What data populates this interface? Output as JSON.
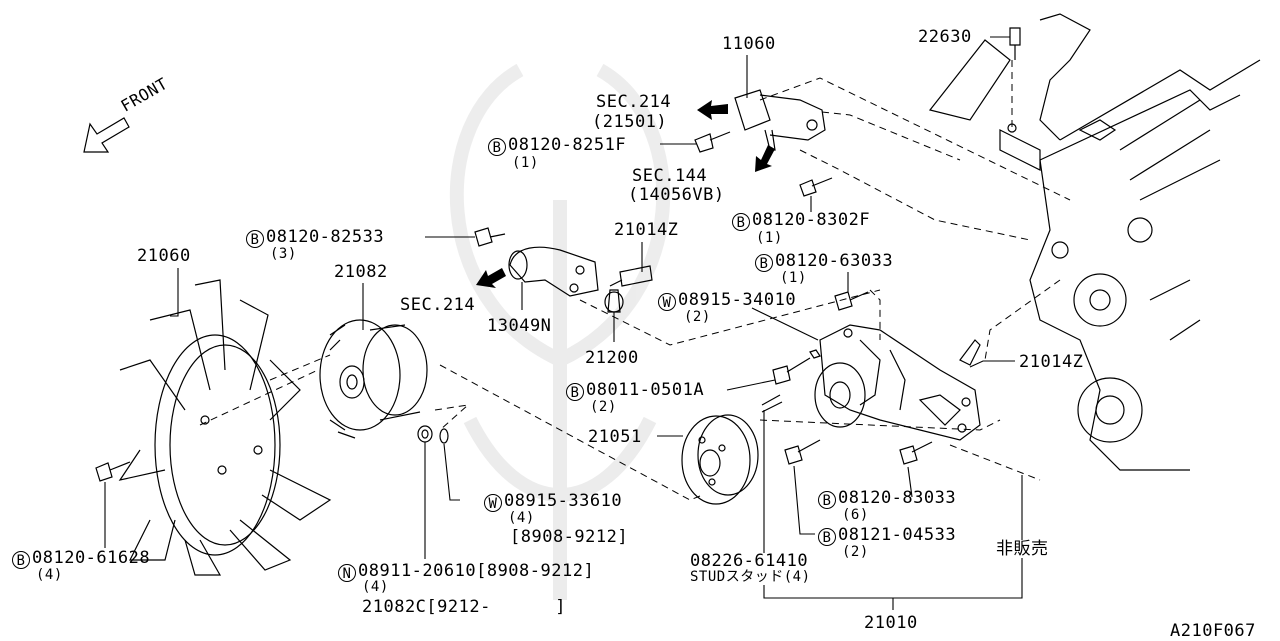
{
  "front_label": "FRONT",
  "drawing_code": "A210F067",
  "callouts": {
    "p11060": "11060",
    "p22630": "22630",
    "sec214_top": "SEC.214",
    "sec214_top_sub": "(21501)",
    "bolt_8251f": "08120-8251F",
    "bolt_8251f_qty": "(1)",
    "sec144": "SEC.144",
    "sec144_sub": "(14056VB)",
    "bolt_8302f": "08120-8302F",
    "bolt_8302f_qty": "(1)",
    "bolt_82533": "08120-82533",
    "bolt_82533_qty": "(3)",
    "p21014z_top": "21014Z",
    "p21060": "21060",
    "p21082": "21082",
    "bolt_63033": "08120-63033",
    "bolt_63033_qty": "(1)",
    "washer_34010": "08915-34010",
    "washer_34010_qty": "(2)",
    "sec214_mid": "SEC.214",
    "p13049n": "13049N",
    "p21200": "21200",
    "p21014z_right": "21014Z",
    "bolt_0501a": "08011-0501A",
    "bolt_0501a_qty": "(2)",
    "p21051": "21051",
    "washer_33610": "08915-33610",
    "washer_33610_qty": "(4)",
    "washer_33610_date": "[8908-9212]",
    "bolt_83033": "08120-83033",
    "bolt_83033_qty": "(6)",
    "bolt_04533": "08121-04533",
    "bolt_04533_qty": "(2)",
    "not_for_sale": "非販売",
    "bolt_61628": "08120-61628",
    "bolt_61628_qty": "(4)",
    "nut_20610": "08911-20610",
    "nut_20610_date": "[8908-9212]",
    "nut_20610_qty": "(4)",
    "stud_61410": "08226-61410",
    "stud_desc": "STUDスタッド(4)",
    "p21082c": "21082C[9212-      ]",
    "p21010": "21010"
  },
  "prefix": {
    "bolt": "B",
    "washer": "W",
    "nut": "N"
  }
}
